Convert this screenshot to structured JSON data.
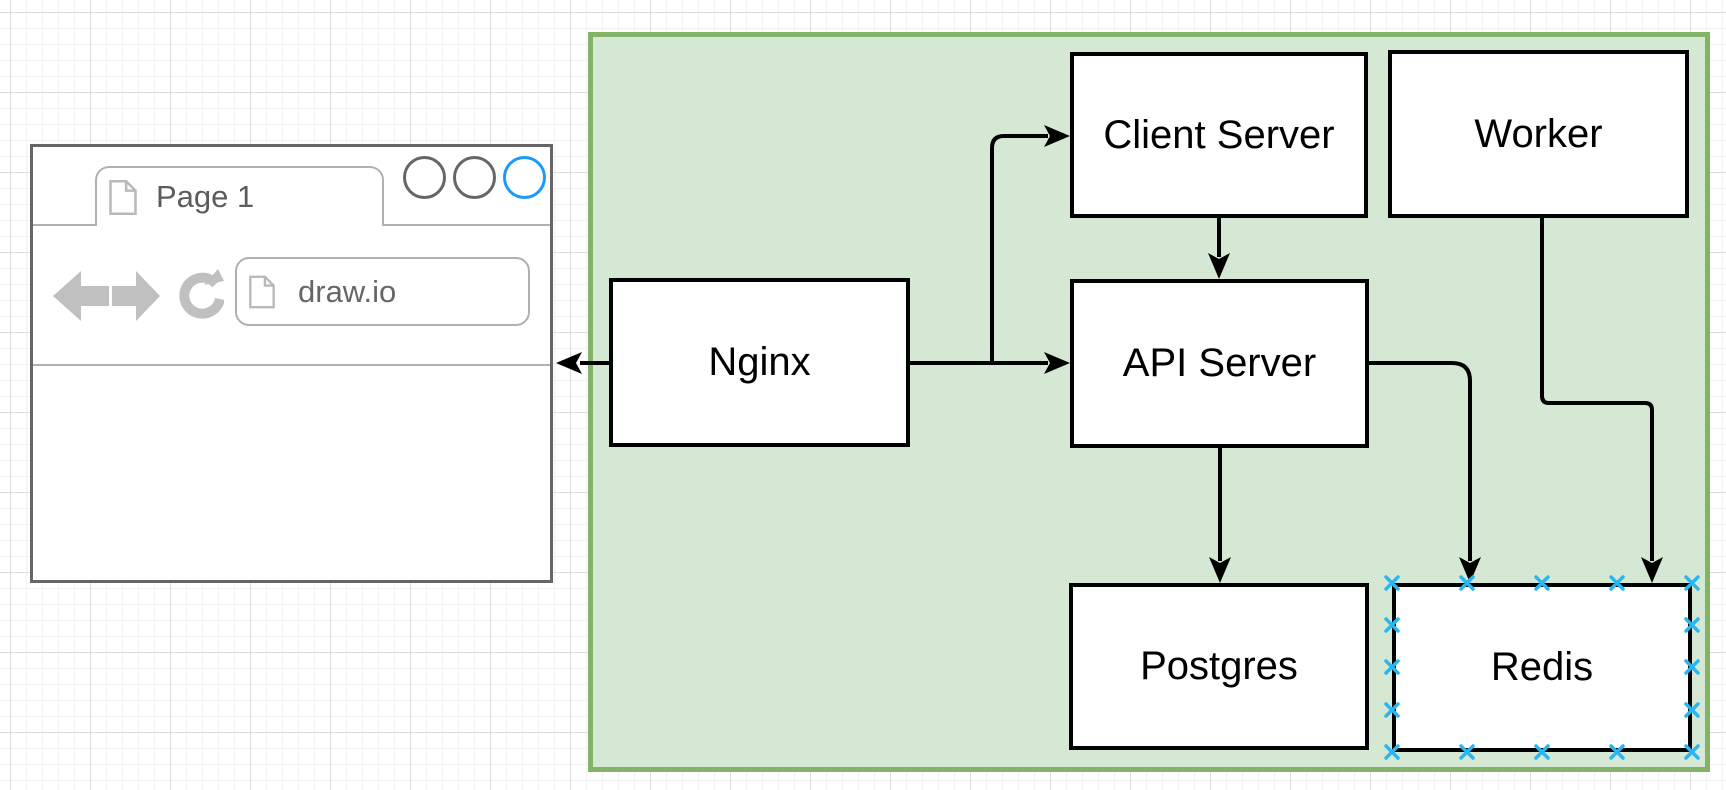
{
  "browser_mockup": {
    "tab_label": "Page 1",
    "url_text": "draw.io"
  },
  "diagram": {
    "container": {
      "id": "system-boundary"
    },
    "nodes": [
      {
        "id": "nginx",
        "label": "Nginx"
      },
      {
        "id": "client-server",
        "label": "Client Server"
      },
      {
        "id": "worker",
        "label": "Worker"
      },
      {
        "id": "api-server",
        "label": "API Server"
      },
      {
        "id": "postgres",
        "label": "Postgres"
      },
      {
        "id": "redis",
        "label": "Redis"
      }
    ],
    "edges": [
      {
        "from": "nginx",
        "to": "browser-mockup"
      },
      {
        "from": "nginx",
        "to": "client-server"
      },
      {
        "from": "nginx",
        "to": "api-server"
      },
      {
        "from": "client-server",
        "to": "api-server"
      },
      {
        "from": "api-server",
        "to": "postgres"
      },
      {
        "from": "api-server",
        "to": "redis"
      },
      {
        "from": "worker",
        "to": "redis"
      }
    ],
    "selected_node": "redis"
  },
  "colors": {
    "container_fill": "#d5e8d4",
    "container_stroke": "#82b366",
    "node_stroke": "#000000",
    "edge_stroke": "#000000",
    "connection_handle": "#29b6f2",
    "browser_stroke": "#666666",
    "browser_muted": "#b0b0b0",
    "toolbar_icon_gray": "#c0c0c0",
    "active_circle_blue": "#1a9bfc"
  }
}
